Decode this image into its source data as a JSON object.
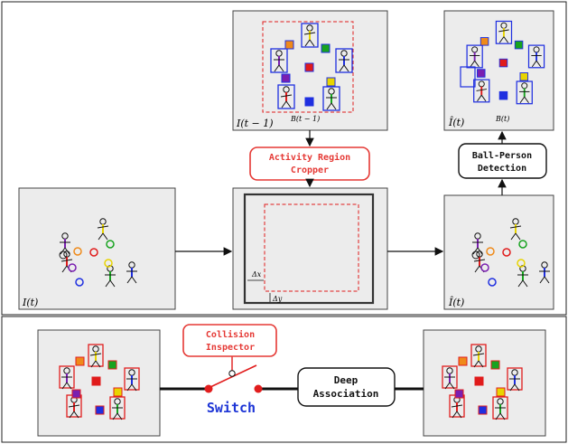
{
  "frames": {
    "prev": {
      "label": "I(t − 1)",
      "bbox_label": "B(t − 1)"
    },
    "curr": {
      "label": "I(t)"
    },
    "detected": {
      "label": "Î(t)",
      "bbox_label": "B(t)"
    },
    "cropped": {
      "label": "Î(t)"
    },
    "cropper": {
      "dx": "Δx",
      "dy": "Δy"
    }
  },
  "blocks": {
    "cropper_line1": "Activity Region",
    "cropper_line2": "Cropper",
    "ball_person_line1": "Ball-Person",
    "ball_person_line2": "Detection",
    "collision_line1": "Collision",
    "collision_line2": "Inspector",
    "switch": "Switch",
    "deep_assoc_line1": "Deep",
    "deep_assoc_line2": "Association"
  },
  "colors": {
    "frame_fill": "#ececec",
    "red_block": "#e53935",
    "switch_blue": "#1d35d6",
    "person_box_blue": "#1f2fe0",
    "person_box_red": "#e11d1d"
  }
}
